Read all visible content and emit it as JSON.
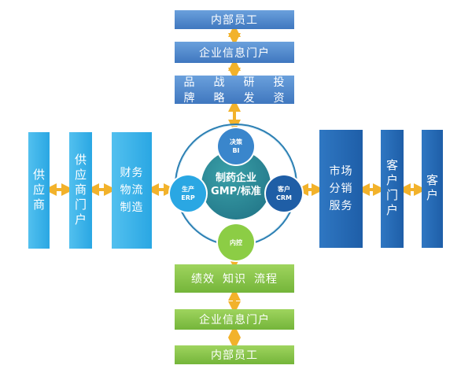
{
  "top": {
    "internal_staff": "内部员工",
    "portal": "企业信息门户",
    "strategy": [
      "品牌",
      "战略",
      "研发",
      "投资"
    ]
  },
  "bottom": {
    "processes": [
      "绩效",
      "知识",
      "流程"
    ],
    "portal": "企业信息门户",
    "internal_staff": "内部员工"
  },
  "left": {
    "supplier": "供应商",
    "supplier_portal": "供应商门户",
    "finance": [
      "财务",
      "物流",
      "制造"
    ]
  },
  "right": {
    "market": [
      "市场",
      "分销",
      "服务"
    ],
    "customer_portal": "客户门户",
    "customer": "客户"
  },
  "center": {
    "line1": "制药企业",
    "line2": "GMP/标准",
    "top": {
      "line1": "决策",
      "line2": "BI"
    },
    "left": {
      "line1": "生产",
      "line2": "ERP"
    },
    "right": {
      "line1": "客户",
      "line2": "CRM"
    },
    "bottom": {
      "line1": "内控"
    }
  },
  "colors": {
    "top_blue": "#4a84cb",
    "bottom_green": "#7fc143",
    "left_cyan": "#2aa7e3",
    "right_navy": "#1f5ea6",
    "arrow_gold": "#f2b22b"
  }
}
